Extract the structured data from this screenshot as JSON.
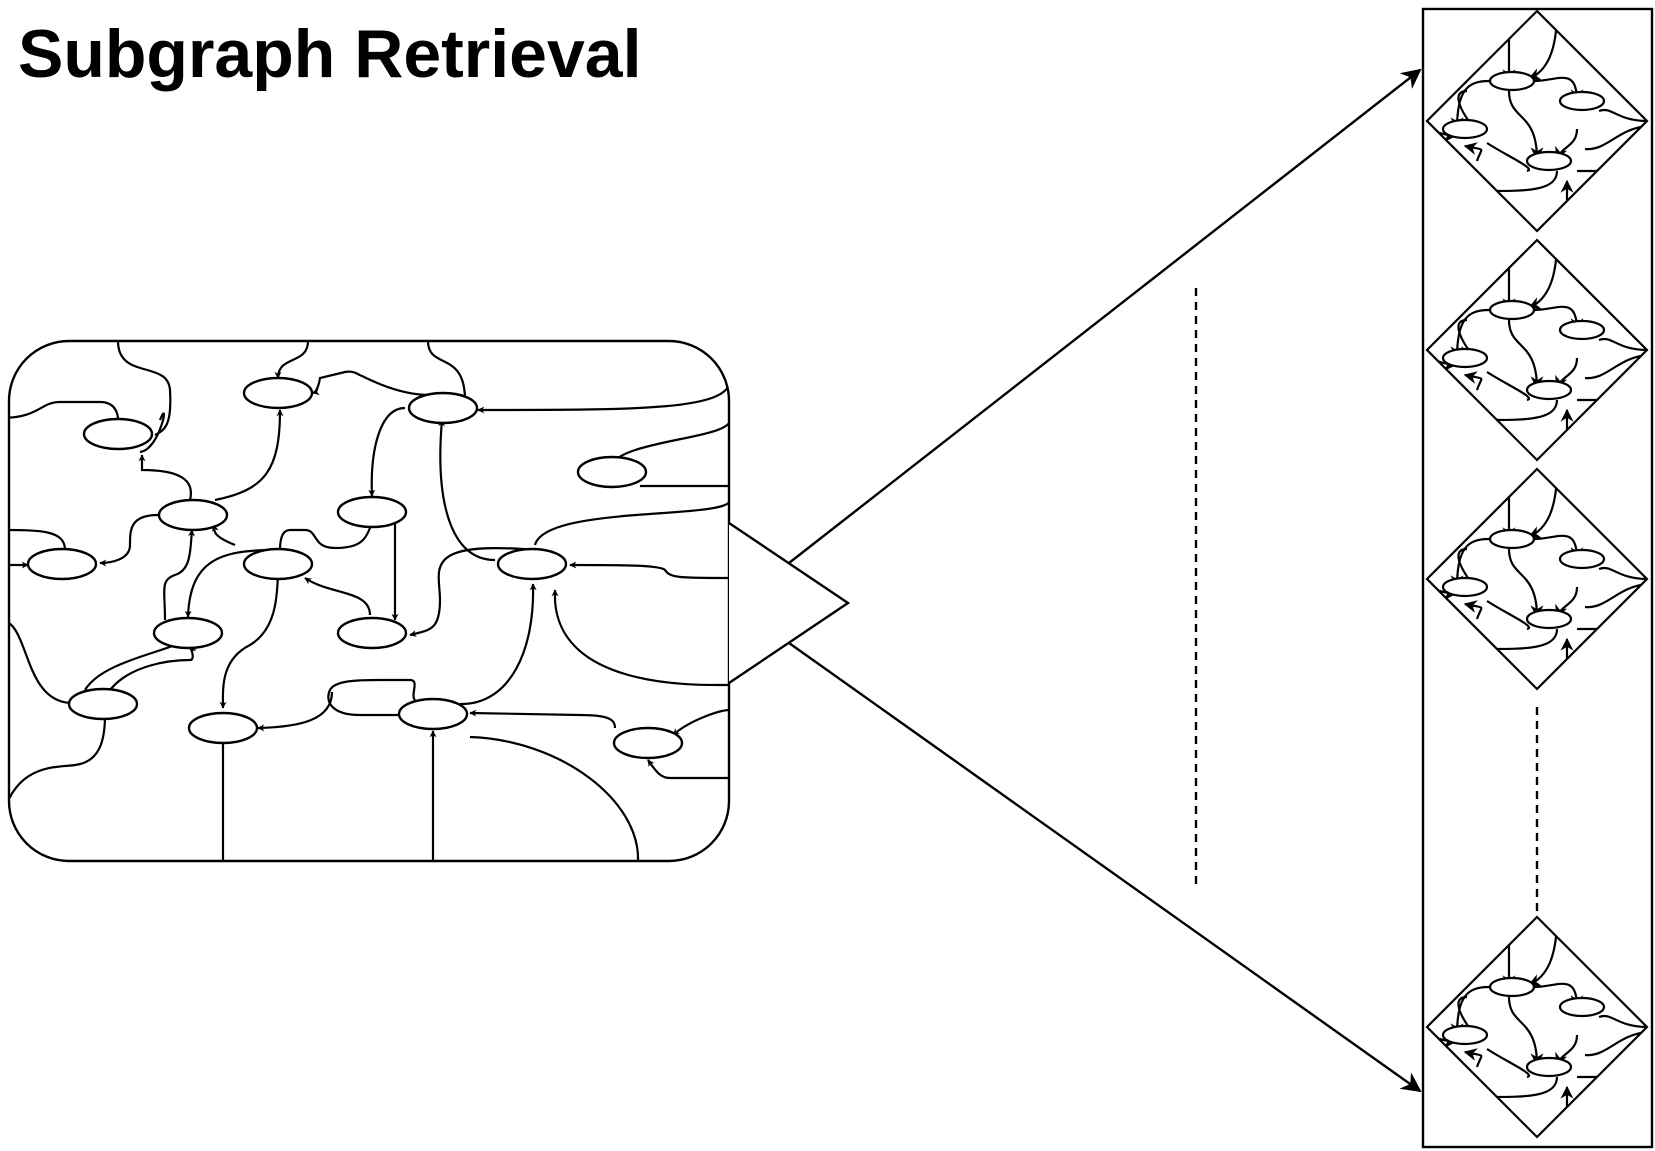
{
  "title": "Subgraph Retrieval",
  "colors": {
    "stroke": "#000000",
    "background": "#ffffff"
  },
  "diagram": {
    "source": "large-graph",
    "operation": "funnel-triangle",
    "output": "subgraph-list",
    "subgraph_count_shown": 4,
    "ellipsis": "vertical-dashed"
  }
}
